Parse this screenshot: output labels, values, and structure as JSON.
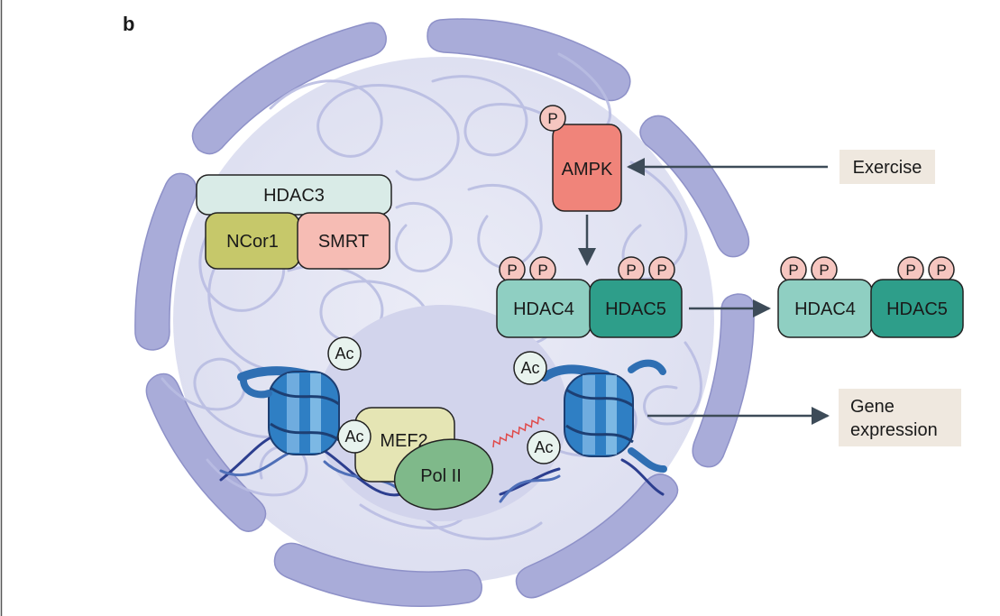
{
  "figure": {
    "panel_label": "b",
    "complex": {
      "hdac3": "HDAC3",
      "ncor1": "NCor1",
      "smrt": "SMRT"
    },
    "ampk": {
      "label": "AMPK",
      "phospho": "P"
    },
    "hdac_pair_nuclear": {
      "hdac4": "HDAC4",
      "hdac5": "HDAC5",
      "phospho": "P"
    },
    "hdac_pair_exported": {
      "hdac4": "HDAC4",
      "hdac5": "HDAC5",
      "phospho": "P"
    },
    "chromatin": {
      "acetyl": "Ac",
      "mef2": "MEF2",
      "pol2": "Pol II"
    },
    "exercise": "Exercise",
    "gene_expression": [
      "Gene",
      "expression"
    ]
  },
  "colors": {
    "nucleus_fill": "#e3e4f3",
    "envelope_segment": "#a9acd9",
    "nucleolus_fill": "#d2d4ec",
    "dna_loop": "#b9bde2",
    "ampk_fill": "#f0847a",
    "phospho_fill": "#f6c6c0",
    "hdac3_fill": "#d9ebe7",
    "ncor1_fill": "#c6c86a",
    "smrt_fill": "#f6bcb4",
    "hdac4_fill": "#8fcfc2",
    "hdac5_fill": "#2e9e8a",
    "mef2_fill": "#e5e5b4",
    "pol2_fill": "#7fb98a",
    "acetyl_fill": "#e8f3ee",
    "nucleosome": "#2f7fc4",
    "label_bg": "#efe8df",
    "arrow": "#3d4b58"
  }
}
